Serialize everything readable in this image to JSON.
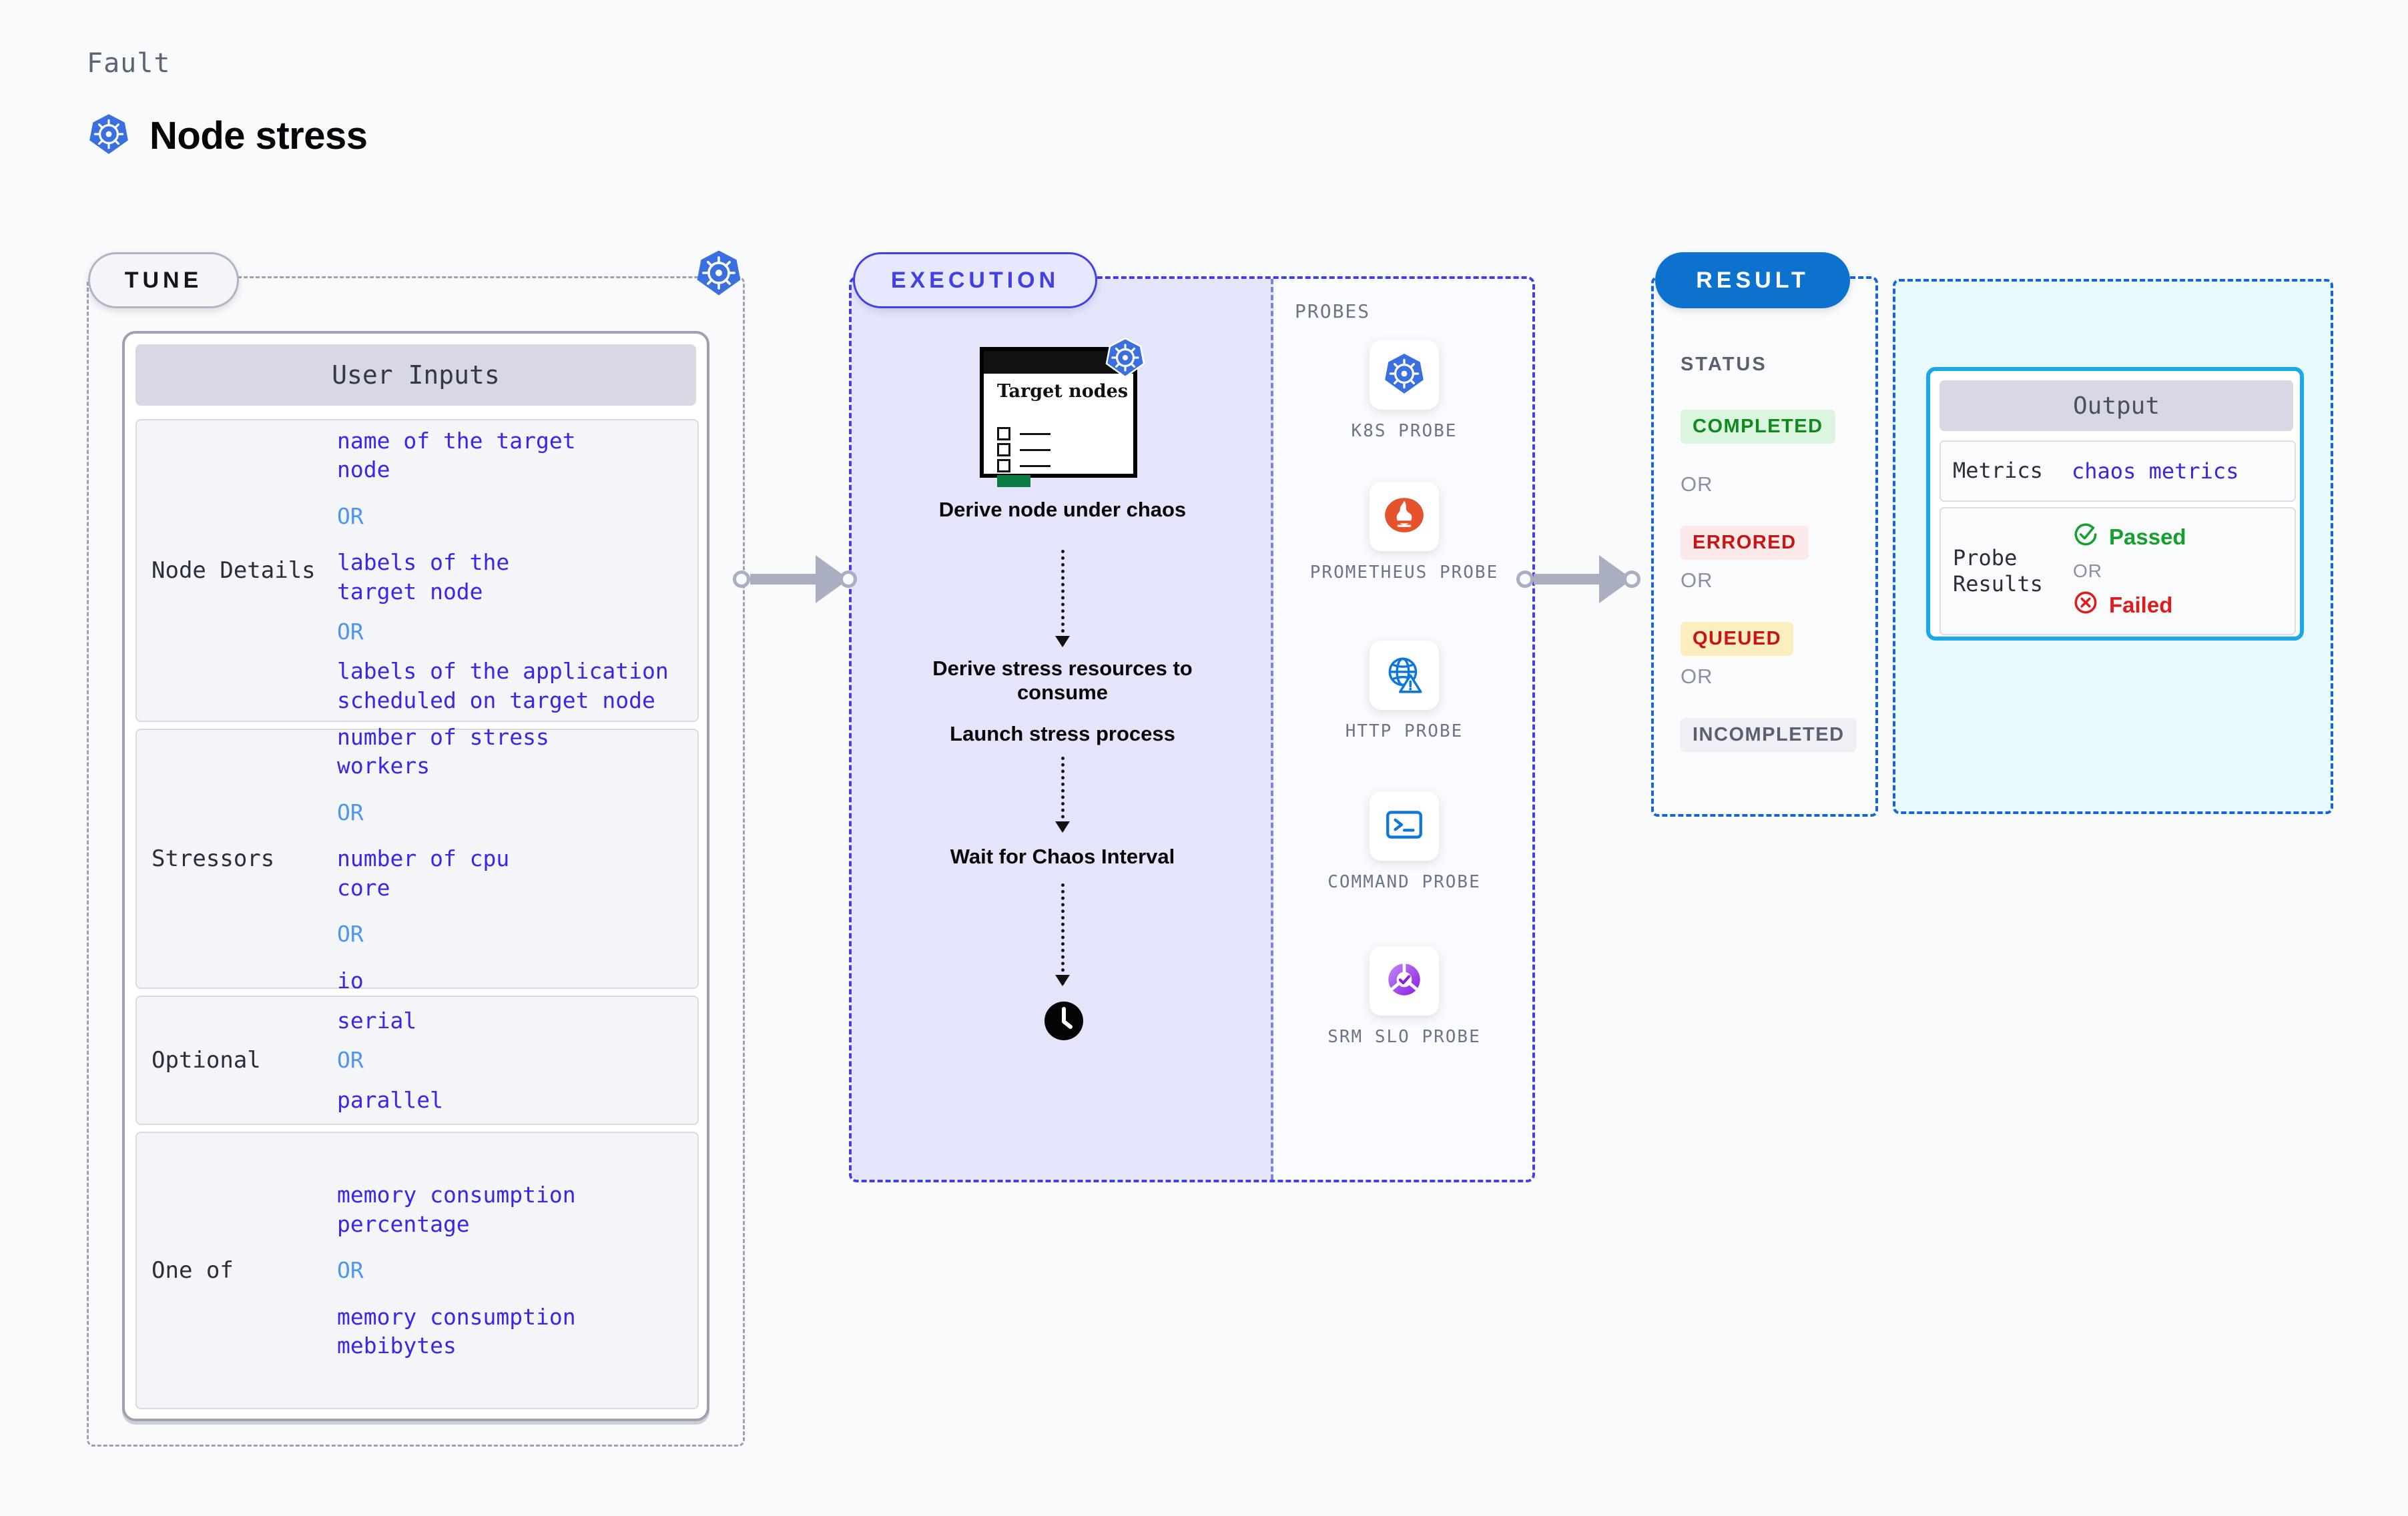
{
  "header": {
    "eyebrow": "Fault",
    "title": "Node stress",
    "icon": "kubernetes-icon"
  },
  "colors": {
    "accent_indigo": "#4040E8",
    "accent_blue": "#0C72CE",
    "value_blue": "#3A25E8",
    "or_blue": "#4D95F0",
    "exec_fill": "#E4E4FB",
    "result_fill": "#E9FAFF",
    "cyan_border": "#1BA7E8",
    "passed_green": "#14A02E",
    "failed_red": "#E01B1B"
  },
  "tune": {
    "badge": "TUNE",
    "card_title": "User Inputs",
    "rows": [
      {
        "key": "Node Details",
        "values": [
          "name of the target\nnode",
          "labels of the\ntarget node",
          "labels of the application\n scheduled on target node"
        ],
        "separator": "OR"
      },
      {
        "key": "Stressors",
        "values": [
          "number of stress\nworkers",
          "number of cpu\ncore",
          "io"
        ],
        "separator": "OR"
      },
      {
        "key": "Optional",
        "values": [
          "serial",
          "parallel"
        ],
        "separator": "OR"
      },
      {
        "key": "One of",
        "values": [
          "memory consumption\npercentage",
          "memory consumption\nmebibytes"
        ],
        "separator": "OR"
      }
    ]
  },
  "execution": {
    "badge": "EXECUTION",
    "target_card": {
      "title": "Target nodes",
      "checkbox_rows": 3,
      "progress_color": "#0A7C43",
      "icon": "kubernetes-icon"
    },
    "steps": [
      "Derive node under chaos",
      "Derive stress resources to consume",
      "Launch stress process",
      "Wait for Chaos Interval"
    ],
    "wait_icon": "clock-icon",
    "probes_label": "PROBES",
    "probes": [
      {
        "name": "K8S PROBE",
        "icon": "kubernetes-icon"
      },
      {
        "name": "PROMETHEUS PROBE",
        "icon": "prometheus-flame-icon"
      },
      {
        "name": "HTTP PROBE",
        "icon": "globe-warning-icon"
      },
      {
        "name": "COMMAND PROBE",
        "icon": "terminal-icon"
      },
      {
        "name": "SRM SLO PROBE",
        "icon": "slo-donut-check-icon"
      }
    ]
  },
  "result": {
    "badge": "RESULT",
    "status_label": "STATUS",
    "separator": "OR",
    "statuses": [
      {
        "label": "COMPLETED",
        "bg": "#DCF5DE",
        "fg": "#0E8A1E"
      },
      {
        "label": "ERRORED",
        "bg": "#FCE9E9",
        "fg": "#C81414"
      },
      {
        "label": "QUEUED",
        "bg": "#FCEEBF",
        "fg": "#C81414"
      },
      {
        "label": "INCOMPLETED",
        "bg": "#EFF0F5",
        "fg": "#5A6072"
      }
    ],
    "output": {
      "title": "Output",
      "metrics_key": "Metrics",
      "metrics_value": "chaos metrics",
      "probe_key": "Probe Results",
      "passed": "Passed",
      "failed": "Failed",
      "separator": "OR"
    }
  }
}
